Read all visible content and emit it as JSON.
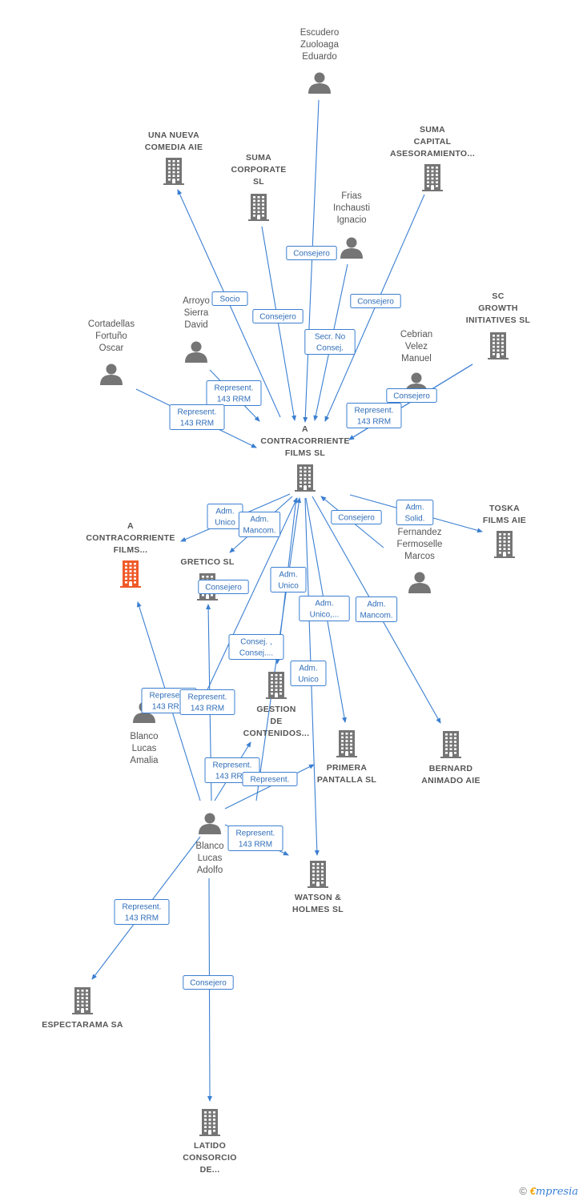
{
  "colors": {
    "edge": "#3b7fd1",
    "icon": "#757575",
    "focus": "#f05a28"
  },
  "nodes": [
    {
      "id": "escudero",
      "kind": "person",
      "label": [
        "Escudero",
        "Zuoloaga",
        "Eduardo"
      ]
    },
    {
      "id": "una_nueva",
      "kind": "company",
      "label": [
        "UNA NUEVA",
        "COMEDIA AIE"
      ]
    },
    {
      "id": "suma_capital",
      "kind": "company",
      "label": [
        "SUMA",
        "CAPITAL",
        "ASESORAMIENTO..."
      ]
    },
    {
      "id": "suma_corporate",
      "kind": "company",
      "label": [
        "SUMA",
        "CORPORATE",
        "SL"
      ]
    },
    {
      "id": "frias",
      "kind": "person",
      "label": [
        "Frias",
        "Inchausti",
        "Ignacio"
      ]
    },
    {
      "id": "arroyo",
      "kind": "person",
      "label": [
        "Arroyo",
        "Sierra",
        "David"
      ]
    },
    {
      "id": "sc_growth",
      "kind": "company",
      "label": [
        "SC",
        "GROWTH",
        "INITIATIVES  SL"
      ]
    },
    {
      "id": "cortadellas",
      "kind": "person",
      "label": [
        "Cortadellas",
        "Fortuño",
        "Oscar"
      ]
    },
    {
      "id": "cebrian",
      "kind": "person",
      "label": [
        "Cebrian",
        "Velez",
        "Manuel"
      ]
    },
    {
      "id": "acf_sl",
      "kind": "company",
      "label": [
        "A",
        "CONTRACORRIENTE",
        "FILMS SL"
      ]
    },
    {
      "id": "acf_focus",
      "kind": "company",
      "focus": true,
      "label": [
        "A",
        "CONTRACORRIENTE",
        "FILMS..."
      ]
    },
    {
      "id": "toska",
      "kind": "company",
      "label": [
        "TOSKA",
        "FILMS AIE"
      ]
    },
    {
      "id": "gretico",
      "kind": "company",
      "label": [
        "GRETICO  SL"
      ]
    },
    {
      "id": "fernandez",
      "kind": "person",
      "label": [
        "Fernandez",
        "Fermoselle",
        "Marcos"
      ]
    },
    {
      "id": "gestion",
      "kind": "company",
      "label": [
        "GESTION",
        "DE",
        "CONTENIDOS..."
      ]
    },
    {
      "id": "blanco_amalia",
      "kind": "person",
      "label": [
        "Blanco",
        "Lucas",
        "Amalia"
      ]
    },
    {
      "id": "primera",
      "kind": "company",
      "label": [
        "PRIMERA",
        "PANTALLA  SL"
      ]
    },
    {
      "id": "bernard",
      "kind": "company",
      "label": [
        "BERNARD",
        "ANIMADO  AIE"
      ]
    },
    {
      "id": "blanco_adolfo",
      "kind": "person",
      "label": [
        "Blanco",
        "Lucas",
        "Adolfo"
      ]
    },
    {
      "id": "watson",
      "kind": "company",
      "label": [
        "WATSON &",
        "HOLMES  SL"
      ]
    },
    {
      "id": "espectarama",
      "kind": "company",
      "label": [
        "ESPECTARAMA SA"
      ]
    },
    {
      "id": "latido",
      "kind": "company",
      "label": [
        "LATIDO",
        "CONSORCIO",
        "DE..."
      ]
    }
  ],
  "edges": [
    {
      "label": [
        "Consejero"
      ]
    },
    {
      "label": [
        "Socio"
      ]
    },
    {
      "label": [
        "Consejero"
      ]
    },
    {
      "label": [
        "Consejero"
      ]
    },
    {
      "label": [
        "Secr.  No",
        "Consej."
      ]
    },
    {
      "label": [
        "Represent.",
        "143 RRM"
      ]
    },
    {
      "label": [
        "Represent.",
        "143 RRM"
      ]
    },
    {
      "label": [
        "Represent.",
        "143 RRM"
      ]
    },
    {
      "label": [
        "Consejero"
      ]
    },
    {
      "label": [
        "Adm.",
        "Unico"
      ]
    },
    {
      "label": [
        "Adm.",
        "Mancom."
      ]
    },
    {
      "label": [
        "Consejero"
      ]
    },
    {
      "label": [
        "Adm.",
        "Solid."
      ]
    },
    {
      "label": [
        "Adm.",
        "Unico"
      ]
    },
    {
      "label": [
        "Consejero"
      ]
    },
    {
      "label": [
        "Adm.",
        "Unico,..."
      ]
    },
    {
      "label": [
        "Adm.",
        "Mancom."
      ]
    },
    {
      "label": [
        "Consej. ,",
        "Consej...."
      ]
    },
    {
      "label": [
        "Adm.",
        "Unico"
      ]
    },
    {
      "label": [
        "Represent.",
        "143 RRM"
      ]
    },
    {
      "label": [
        "Represent.",
        "143 RRM"
      ]
    },
    {
      "label": [
        "Represent.",
        "143 RRM"
      ]
    },
    {
      "label": [
        "Represent."
      ]
    },
    {
      "label": [
        "Represent.",
        "143 RRM"
      ]
    },
    {
      "label": [
        "Represent.",
        "143 RRM"
      ]
    },
    {
      "label": [
        "Consejero"
      ]
    }
  ],
  "brand": {
    "copyright": "©",
    "e": "€",
    "rest": "mpresia"
  }
}
